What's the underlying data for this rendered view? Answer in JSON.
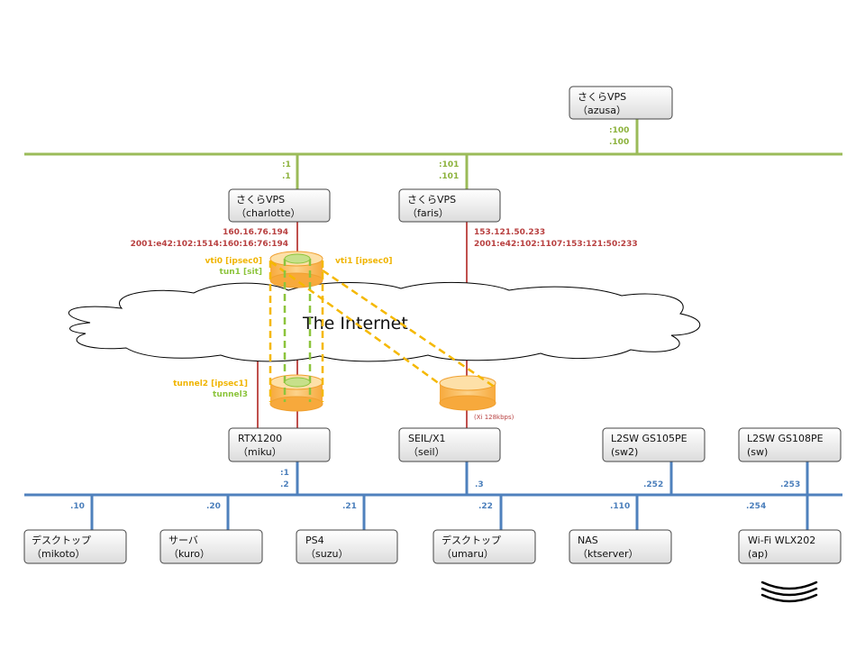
{
  "colors": {
    "green_line": "#9bbb59",
    "blue_line": "#4f81bd",
    "red_line": "#c0504d",
    "tunnel_yellow": "#f5b800",
    "tunnel_green": "#8cc43c",
    "cylinder_fill": "#fbc46a"
  },
  "cloud": {
    "label": "The Internet"
  },
  "nodes": {
    "azusa": {
      "line1": "さくらVPS",
      "line2": "（azusa）"
    },
    "charlotte": {
      "line1": "さくらVPS",
      "line2": "（charlotte）"
    },
    "faris": {
      "line1": "さくらVPS",
      "line2": "（faris）"
    },
    "miku": {
      "line1": "RTX1200",
      "line2": "（miku）"
    },
    "seil": {
      "line1": "SEIL/X1",
      "line2": "（seil）"
    },
    "sw2": {
      "line1": "L2SW GS105PE",
      "line2": "(sw2)"
    },
    "sw": {
      "line1": "L2SW GS108PE",
      "line2": "(sw)"
    },
    "mikoto": {
      "line1": "デスクトップ",
      "line2": "（mikoto）"
    },
    "kuro": {
      "line1": "サーバ",
      "line2": "（kuro）"
    },
    "suzu": {
      "line1": "PS4",
      "line2": "（suzu）"
    },
    "umaru": {
      "line1": "デスクトップ",
      "line2": "（umaru）"
    },
    "ktserver": {
      "line1": "NAS",
      "line2": "（ktserver）"
    },
    "ap": {
      "line1": "Wi-Fi WLX202",
      "line2": "(ap)"
    }
  },
  "addresses": {
    "azusa_v4": ":100",
    "azusa_v6": ".100",
    "charlotte_v4": ":1",
    "charlotte_v6": ".1",
    "faris_v4": ":101",
    "faris_v6": ".101",
    "charlotte_ip4": "160.16.76.194",
    "charlotte_ip6": "2001:e42:102:1514:160:16:76:194",
    "faris_ip4": "153.121.50.233",
    "faris_ip6": "2001:e42:102:1107:153:121:50:233",
    "miku_v4": ":1",
    "miku_v6": ".2",
    "seil_addr": ".3",
    "sw2_addr": ".252",
    "sw_addr": ".253",
    "mikoto_addr": ".10",
    "kuro_addr": ".20",
    "suzu_addr": ".21",
    "umaru_addr": ".22",
    "ktserver_addr": ".110",
    "ap_addr": ".254"
  },
  "tunnels": {
    "vti0": "vti0 [ipsec0]",
    "tun1": "tun1 [sit]",
    "vti1": "vti1 [ipsec0]",
    "tunnel2": "tunnel2 [ipsec1]",
    "tunnel3": "tunnel3",
    "seil_note": "(Xi 128kbps)"
  }
}
